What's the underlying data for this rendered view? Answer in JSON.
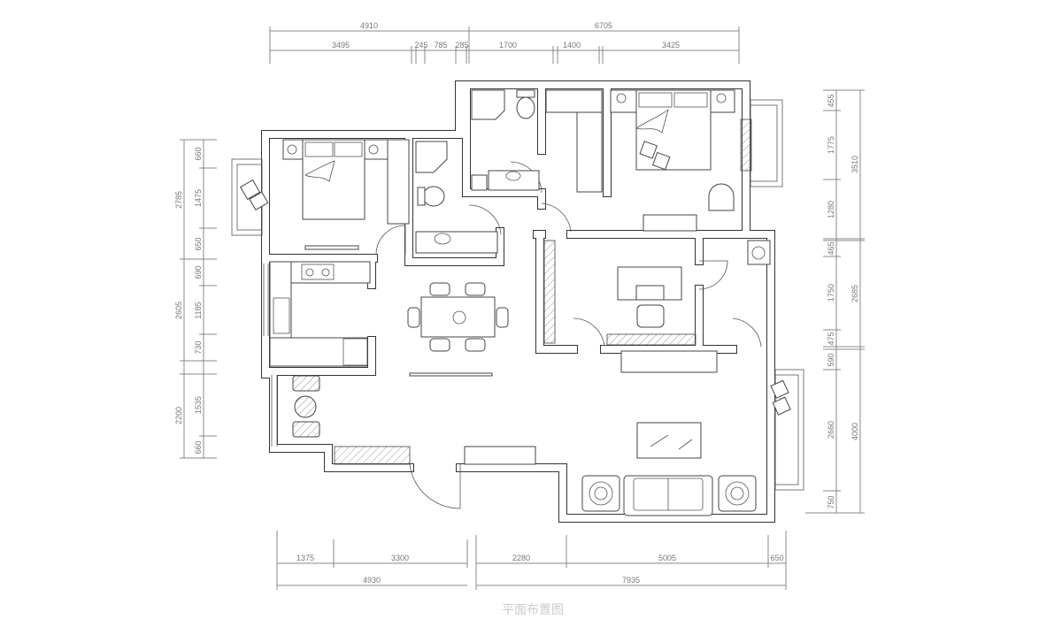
{
  "title": "平面布置图",
  "dimensions": {
    "top_overall": [
      "4910",
      "6705"
    ],
    "top_detail": [
      "3495",
      "245",
      "785",
      "285",
      "1700",
      "1400",
      "3425"
    ],
    "left_overall": [
      "2785",
      "2605",
      "2200"
    ],
    "left_detail": [
      "660",
      "1475",
      "650",
      "690",
      "1185",
      "730",
      "1535",
      "660"
    ],
    "right_detail": [
      "455",
      "1775",
      "1280",
      "465",
      "1750",
      "475",
      "590",
      "2660",
      "750"
    ],
    "right_overall": [
      "3510",
      "2685",
      "4000"
    ],
    "bottom_detail": [
      "1375",
      "3300",
      "2280",
      "5005",
      "650"
    ],
    "bottom_overall": [
      "4930",
      "7935"
    ]
  },
  "colors": {
    "wall": "#333333",
    "dimension": "#888888",
    "title": "#cccccc"
  }
}
